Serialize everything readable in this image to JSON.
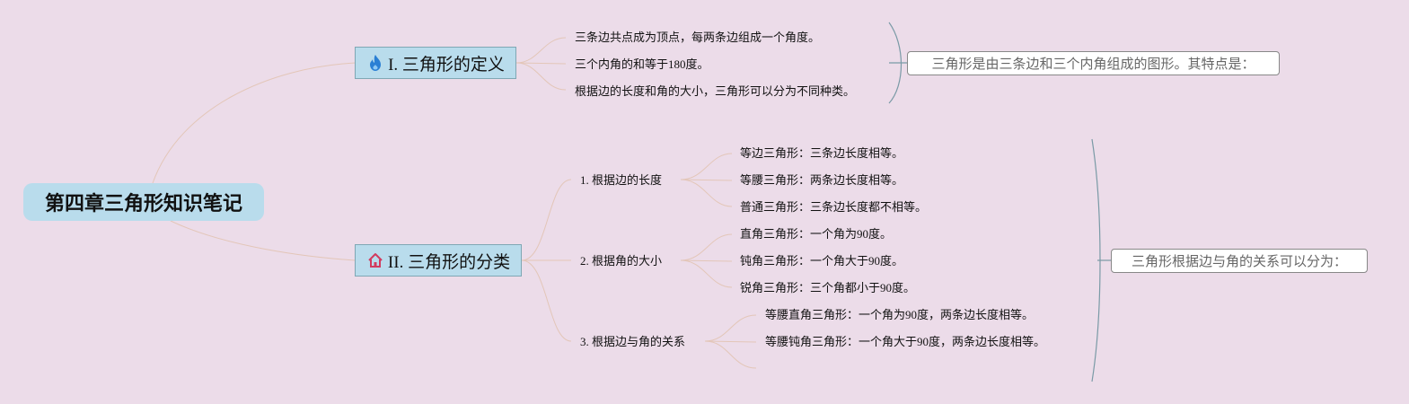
{
  "root": {
    "title": "第四章三角形知识笔记"
  },
  "topics": [
    {
      "icon": "fire-icon",
      "title": "I. 三角形的定义",
      "items": [
        "三条边共点成为顶点，每两条边组成一个角度。",
        "三个内角的和等于180度。",
        "根据边的长度和角的大小，三角形可以分为不同种类。"
      ],
      "summary": "三角形是由三条边和三个内角组成的图形。其特点是："
    },
    {
      "icon": "house-icon",
      "title": "II. 三角形的分类",
      "groups": [
        {
          "label": "1. 根据边的长度",
          "items": [
            "等边三角形：三条边长度相等。",
            "等腰三角形：两条边长度相等。",
            "普通三角形：三条边长度都不相等。"
          ]
        },
        {
          "label": "2. 根据角的大小",
          "items": [
            "直角三角形：一个角为90度。",
            "钝角三角形：一个角大于90度。",
            "锐角三角形：三个角都小于90度。"
          ]
        },
        {
          "label": "3. 根据边与角的关系",
          "items": [
            "等腰直角三角形：一个角为90度，两条边长度相等。",
            "等腰钝角三角形：一个角大于90度，两条边长度相等。"
          ]
        }
      ],
      "summary": "三角形根据边与角的关系可以分为："
    }
  ],
  "colors": {
    "background": "#ecdce9",
    "node_fill": "#b9dcec",
    "connector": "#e6c3b8",
    "bracket": "#7a9aa6"
  }
}
